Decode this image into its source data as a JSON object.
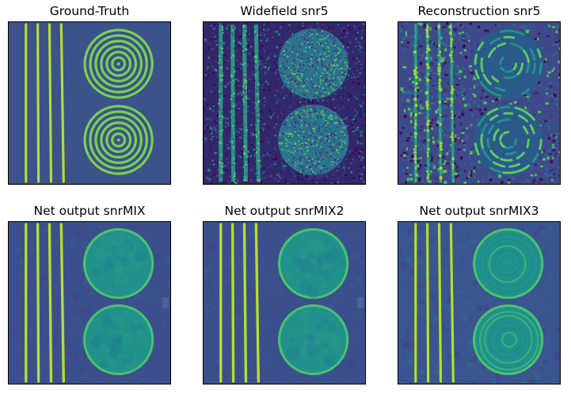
{
  "colors": {
    "background": "#440154",
    "field": "#3b528b",
    "mid": "#21918c",
    "bright": "#5ec962",
    "peak": "#b5de2b",
    "border": "#000000"
  },
  "panels": [
    {
      "title": "Ground-Truth",
      "style": "ground-truth"
    },
    {
      "title": "Widefield snr5",
      "style": "widefield"
    },
    {
      "title": "Reconstruction snr5",
      "style": "reconstruction"
    },
    {
      "title": "Net output snrMIX",
      "style": "net-smooth"
    },
    {
      "title": "Net output snrMIX2",
      "style": "net-smooth"
    },
    {
      "title": "Net output snrMIX3",
      "style": "net-rings"
    }
  ]
}
